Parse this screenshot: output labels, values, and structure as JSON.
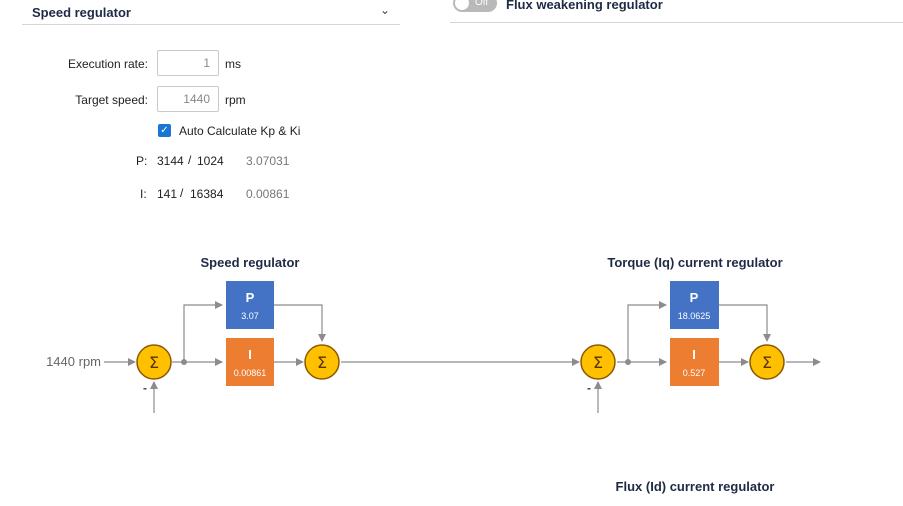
{
  "speed_section": {
    "title": "Speed regulator",
    "execution_rate_label": "Execution rate:",
    "execution_rate_value": "1",
    "execution_rate_unit": "ms",
    "target_speed_label": "Target speed:",
    "target_speed_value": "1440",
    "target_speed_unit": "rpm",
    "auto_calc_label": "Auto Calculate Kp & Ki",
    "auto_calc_checked": true,
    "p_label": "P:",
    "p_num": "3144",
    "p_den": "1024",
    "p_value": "3.07031",
    "i_label": "I:",
    "i_num": "141",
    "i_den": "16384",
    "i_value": "0.00861"
  },
  "flux_section": {
    "toggle_label": "Off",
    "title": "Flux weakening regulator"
  },
  "diagram": {
    "speed_title": "Speed regulator",
    "torque_title": "Torque (Iq) current regulator",
    "flux_title": "Flux (Id) current regulator",
    "input_label": "1440 rpm",
    "sum_symbol": "Σ",
    "minus_sign": "-",
    "slash": "/",
    "speed_p": {
      "letter": "P",
      "value": "3.07"
    },
    "speed_i": {
      "letter": "I",
      "value": "0.00861"
    },
    "torque_p": {
      "letter": "P",
      "value": "18.0625"
    },
    "torque_i": {
      "letter": "I",
      "value": "0.527"
    },
    "colors": {
      "p_block": "#4472c4",
      "i_block": "#ed7d31",
      "sum_fill": "#ffc000",
      "sum_stroke": "#8b5a00",
      "wire": "#8c8c8c"
    }
  }
}
